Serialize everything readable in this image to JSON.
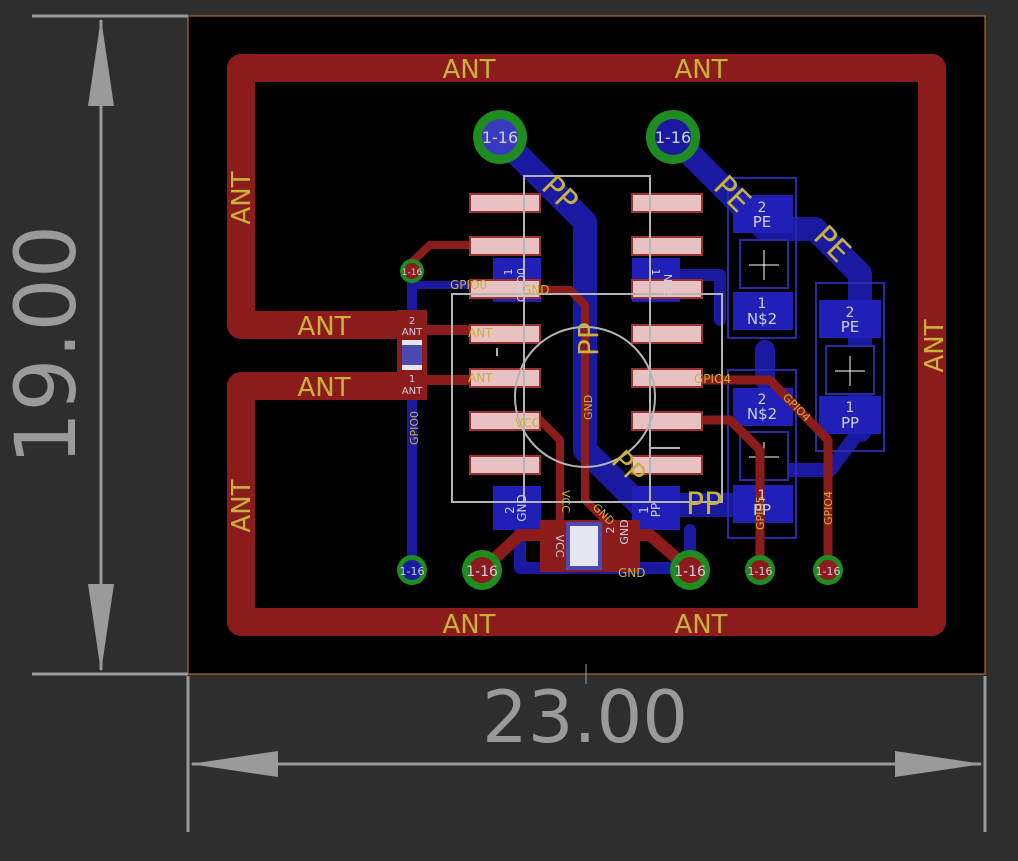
{
  "dimensions": {
    "width_mm": "23.00",
    "height_mm": "19.00"
  },
  "labels": {
    "ant": "ANT",
    "pe": "PE",
    "pp": "PP",
    "ns2": "N$2",
    "gnd": "GND",
    "vcc": "VCC",
    "gpio0": "GPIO0",
    "gpio4": "GPIO4",
    "gpio5": "GPIO5",
    "via_ref": "1-16",
    "pad1": "1",
    "pad2": "2"
  },
  "colors": {
    "background": "#2e2e2e",
    "board": "#000000",
    "outline": "#c8783c",
    "top_copper": "#8c1c1c",
    "bottom_copper": "#1a1aa0",
    "via_ring": "#1e8c1e",
    "silkscreen": "#c8b23a",
    "dimension": "#9a9a9a"
  }
}
